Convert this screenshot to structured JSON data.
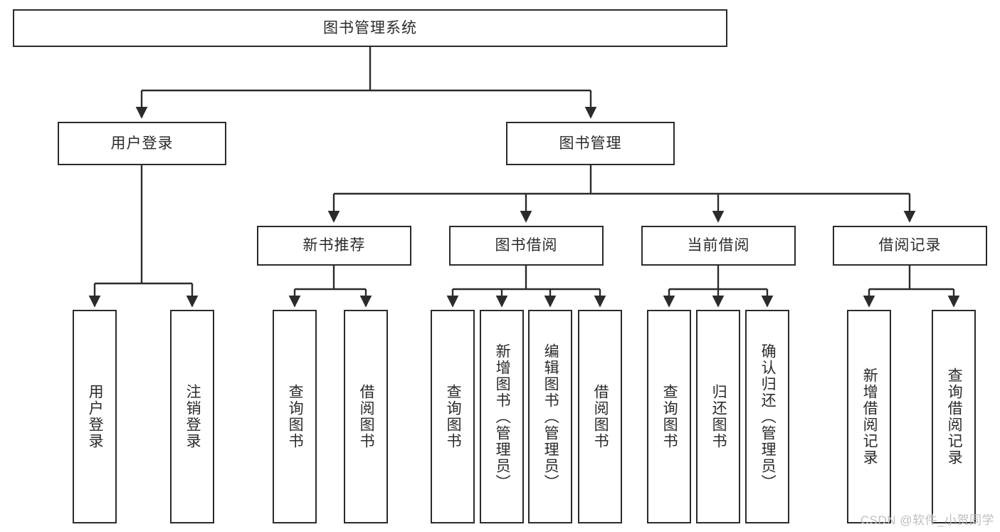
{
  "diagram": {
    "title": "图书管理系统",
    "type": "hierarchy-tree",
    "root": {
      "id": "root",
      "label": "图书管理系统"
    },
    "level2": [
      {
        "id": "user-login",
        "label": "用户登录"
      },
      {
        "id": "book-management",
        "label": "图书管理"
      }
    ],
    "level3": [
      {
        "id": "new-book-recommend",
        "label": "新书推荐",
        "parent": "book-management"
      },
      {
        "id": "book-borrow",
        "label": "图书借阅",
        "parent": "book-management"
      },
      {
        "id": "current-borrow",
        "label": "当前借阅",
        "parent": "book-management"
      },
      {
        "id": "borrow-record",
        "label": "借阅记录",
        "parent": "book-management"
      }
    ],
    "leaves": {
      "user_login": [
        {
          "id": "leaf-user-login",
          "label": "用户登录"
        },
        {
          "id": "leaf-logout-login",
          "label": "注销登录"
        }
      ],
      "new_book_recommend": [
        {
          "id": "leaf-query-book-1",
          "label": "查询图书"
        },
        {
          "id": "leaf-borrow-book-1",
          "label": "借阅图书"
        }
      ],
      "book_borrow": [
        {
          "id": "leaf-query-book-2",
          "label": "查询图书"
        },
        {
          "id": "leaf-add-book",
          "label": "新增图书（管理员）"
        },
        {
          "id": "leaf-edit-book",
          "label": "编辑图书（管理员）"
        },
        {
          "id": "leaf-borrow-book-2",
          "label": "借阅图书"
        }
      ],
      "current_borrow": [
        {
          "id": "leaf-query-book-3",
          "label": "查询图书"
        },
        {
          "id": "leaf-return-book",
          "label": "归还图书"
        },
        {
          "id": "leaf-confirm-return",
          "label": "确认归还（管理员）"
        }
      ],
      "borrow_record": [
        {
          "id": "leaf-add-record",
          "label": "新增借阅记录"
        },
        {
          "id": "leaf-query-record",
          "label": "查询借阅记录"
        }
      ]
    }
  },
  "watermark": {
    "text": "CSDN @软件_小贺同学"
  },
  "colors": {
    "stroke": "#2b2b2b",
    "background": "#ffffff",
    "text": "#2b2b2b",
    "watermark": "#bfbfbf"
  }
}
